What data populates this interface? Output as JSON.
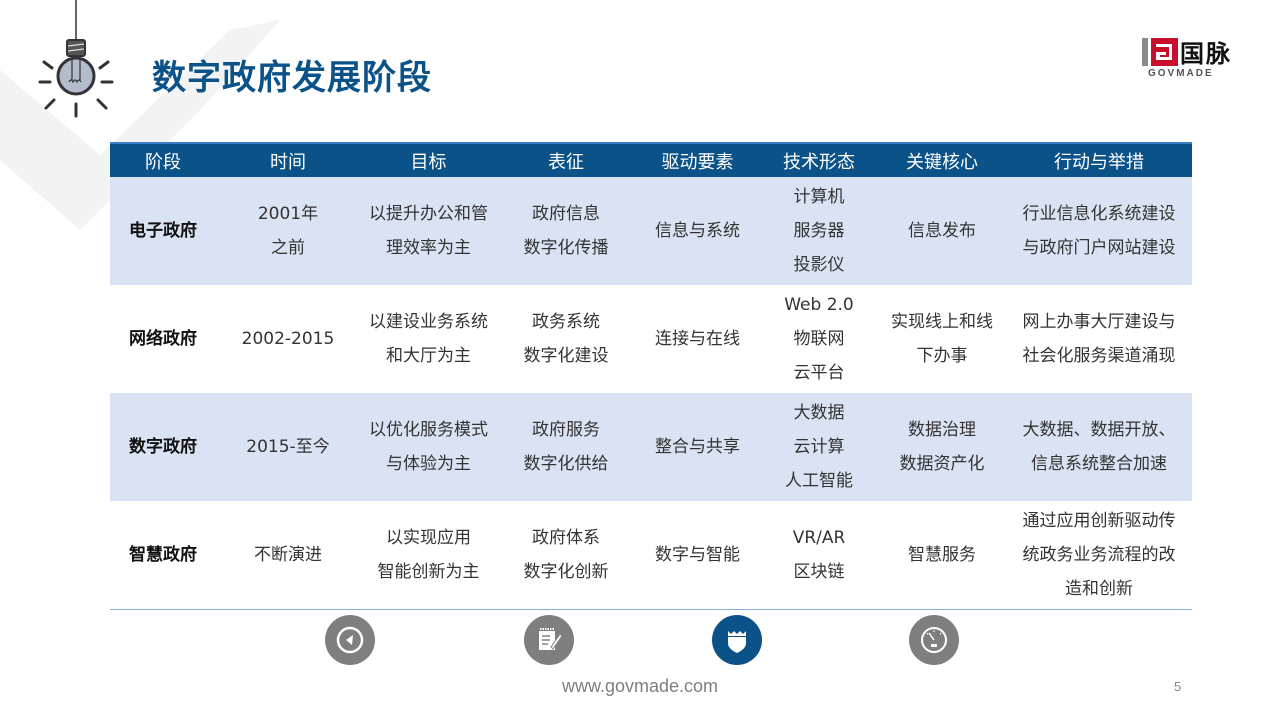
{
  "header": {
    "title": "数字政府发展阶段"
  },
  "logo": {
    "cn_text": "国脉",
    "en_text": "GOVMADE"
  },
  "table": {
    "columns": [
      "阶段",
      "时间",
      "目标",
      "表征",
      "驱动要素",
      "技术形态",
      "关键核心",
      "行动与举措"
    ],
    "rows": [
      {
        "stage": "电子政府",
        "time": [
          "2001年",
          "之前"
        ],
        "goal": [
          "以提升办公和管",
          "理效率为主"
        ],
        "feature": [
          "政府信息",
          "数字化传播"
        ],
        "driver": [
          "信息与系统"
        ],
        "tech": [
          "计算机",
          "服务器",
          "投影仪"
        ],
        "core": [
          "信息发布"
        ],
        "actions": [
          "行业信息化系统建设",
          "与政府门户网站建设"
        ]
      },
      {
        "stage": "网络政府",
        "time": [
          "2002-2015"
        ],
        "goal": [
          "以建设业务系统",
          "和大厅为主"
        ],
        "feature": [
          "政务系统",
          "数字化建设"
        ],
        "driver": [
          "连接与在线"
        ],
        "tech": [
          "Web 2.0",
          "物联网",
          "云平台"
        ],
        "core": [
          "实现线上和线",
          "下办事"
        ],
        "actions": [
          "网上办事大厅建设与",
          "社会化服务渠道涌现"
        ]
      },
      {
        "stage": "数字政府",
        "time": [
          "2015-至今"
        ],
        "goal": [
          "以优化服务模式",
          "与体验为主"
        ],
        "feature": [
          "政府服务",
          "数字化供给"
        ],
        "driver": [
          "整合与共享"
        ],
        "tech": [
          "大数据",
          "云计算",
          "人工智能"
        ],
        "core": [
          "数据治理",
          "数据资产化"
        ],
        "actions": [
          "大数据、数据开放、",
          "信息系统整合加速"
        ]
      },
      {
        "stage": "智慧政府",
        "time": [
          "不断演进"
        ],
        "goal": [
          "以实现应用",
          "智能创新为主"
        ],
        "feature": [
          "政府体系",
          "数字化创新"
        ],
        "driver": [
          "数字与智能"
        ],
        "tech": [
          "VR/AR",
          "区块链"
        ],
        "core": [
          "智慧服务"
        ],
        "actions": [
          "通过应用创新驱动传",
          "统政务业务流程的改",
          "造和创新"
        ]
      }
    ]
  },
  "nav_icons": [
    {
      "name": "back-icon",
      "active": false
    },
    {
      "name": "notepad-edit-icon",
      "active": false
    },
    {
      "name": "shield-crown-icon",
      "active": true
    },
    {
      "name": "speedometer-icon",
      "active": false
    }
  ],
  "footer": {
    "url": "www.govmade.com",
    "page_number": "5"
  },
  "colors": {
    "primary": "#0b5289",
    "row_shade": "#dae3f3",
    "icon_gray": "#7f7f7f",
    "header_border": "#3a7fc1"
  }
}
